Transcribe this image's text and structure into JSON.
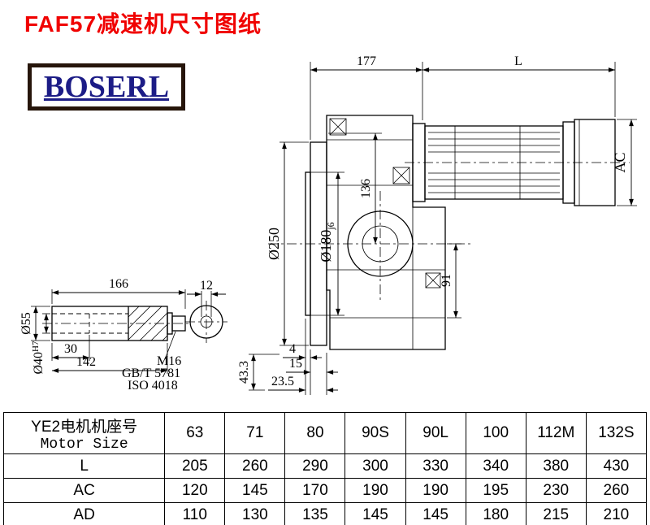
{
  "title": "FAF57减速机尺寸图纸",
  "logo": {
    "text": "BOSERL"
  },
  "colors": {
    "title_red": "#f00100",
    "logo_blue": "#1c1c86",
    "logo_border_brown": "#26150a",
    "line_black": "#000000"
  },
  "drawing": {
    "dims": {
      "w177": "177",
      "L": "L",
      "AC": "AC",
      "phi250": "Ø250",
      "phi180": "Ø180",
      "phi180_fit": "j6",
      "h136": "136",
      "h91": "91",
      "d4": "4",
      "d15": "15",
      "d23_5": "23.5",
      "d43_3": "43.3"
    },
    "shaft": {
      "len166": "166",
      "w12": "12",
      "phi55": "Ø55",
      "phi40": "Ø40",
      "phi40_fit": "H7",
      "d30": "30",
      "d142": "142",
      "thread": "M16",
      "std1": "GB/T 5781",
      "std2": "ISO 4018"
    }
  },
  "table": {
    "header_cn": "YE2电机机座号",
    "header_en": "Motor Size",
    "columns": [
      "63",
      "71",
      "80",
      "90S",
      "90L",
      "100",
      "112M",
      "132S"
    ],
    "rows": [
      {
        "label": "L",
        "values": [
          "205",
          "260",
          "290",
          "300",
          "330",
          "340",
          "380",
          "430"
        ]
      },
      {
        "label": "AC",
        "values": [
          "120",
          "145",
          "170",
          "190",
          "190",
          "195",
          "230",
          "260"
        ]
      },
      {
        "label": "AD",
        "values": [
          "110",
          "130",
          "135",
          "145",
          "145",
          "180",
          "215",
          "210"
        ]
      }
    ]
  }
}
